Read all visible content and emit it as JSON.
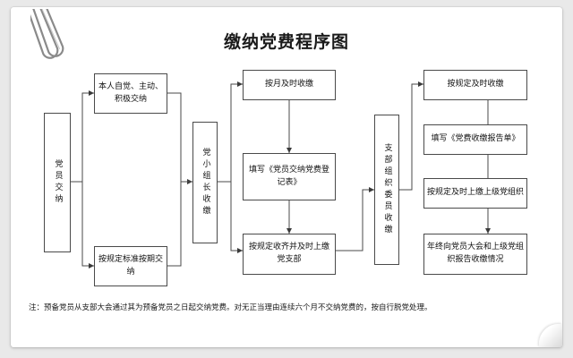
{
  "document": {
    "title": "缴纳党费程序图",
    "footnote": "注：预备党员从支部大会通过其为预备党员之日起交纳党费。对无正当理由连续六个月不交纳党费的，按自行脱党处理。",
    "paperclip_icon": "paperclip-icon",
    "paper_color": "#ffffff",
    "background_color": "#e9e9e9",
    "node_border_color": "#4a4a4a",
    "text_color": "#111111"
  },
  "chart_data": {
    "type": "diagram",
    "title": "缴纳党费程序图",
    "orientation": "left-to-right",
    "nodes": [
      {
        "id": "n1",
        "label": "党员交纳",
        "orientation": "vertical",
        "column": 1
      },
      {
        "id": "n2",
        "label": "本人自觉、主动、积极交纳",
        "orientation": "horizontal",
        "column": 2
      },
      {
        "id": "n3",
        "label": "按规定标准按期交纳",
        "orientation": "horizontal",
        "column": 2
      },
      {
        "id": "n4",
        "label": "党小组长收缴",
        "orientation": "vertical",
        "column": 3
      },
      {
        "id": "n5",
        "label": "按月及时收缴",
        "orientation": "horizontal",
        "column": 4
      },
      {
        "id": "n6",
        "label": "填写《党员交纳党费登记表》",
        "orientation": "horizontal",
        "column": 4
      },
      {
        "id": "n7",
        "label": "按规定收齐并及时上缴党支部",
        "orientation": "horizontal",
        "column": 4
      },
      {
        "id": "n8",
        "label": "支部组织委员收缴",
        "orientation": "vertical",
        "column": 5
      },
      {
        "id": "n9",
        "label": "按规定及时收缴",
        "orientation": "horizontal",
        "column": 6
      },
      {
        "id": "n10",
        "label": "填写《党费收缴报告单》",
        "orientation": "horizontal",
        "column": 6
      },
      {
        "id": "n11",
        "label": "按规定及时上缴上级党组织",
        "orientation": "horizontal",
        "column": 6
      },
      {
        "id": "n12",
        "label": "年终向党员大会和上级党组织报告收缴情况",
        "orientation": "horizontal",
        "column": 6
      }
    ],
    "edges": [
      {
        "from": "n1",
        "to": "n2"
      },
      {
        "from": "n1",
        "to": "n3"
      },
      {
        "from": "n2",
        "to": "n4"
      },
      {
        "from": "n3",
        "to": "n4"
      },
      {
        "from": "n4",
        "to": "n5"
      },
      {
        "from": "n4",
        "to": "n7"
      },
      {
        "from": "n5",
        "to": "n6"
      },
      {
        "from": "n6",
        "to": "n7"
      },
      {
        "from": "n7",
        "to": "n8"
      },
      {
        "from": "n8",
        "to": "n9"
      },
      {
        "from": "n9",
        "to": "n10"
      },
      {
        "from": "n10",
        "to": "n11"
      },
      {
        "from": "n11",
        "to": "n12"
      }
    ]
  }
}
